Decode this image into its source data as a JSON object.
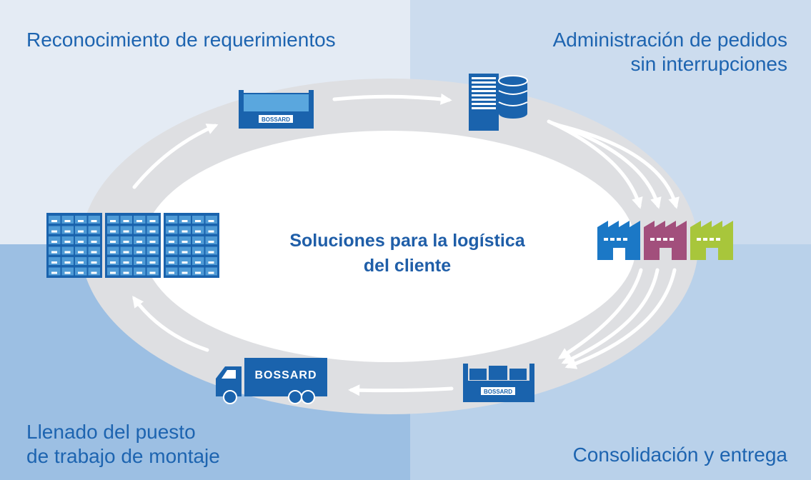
{
  "title_lines": [
    "Soluciones para la logística",
    "del cliente"
  ],
  "stages": {
    "recognition": [
      "Reconocimiento de requerimientos"
    ],
    "order_admin": [
      "Administración de pedidos",
      "sin interrupciones"
    ],
    "consolidation": [
      "Consolidación y entrega"
    ],
    "replenishment": [
      "Llenado del puesto",
      "de trabajo de montaje"
    ]
  },
  "brand_label": "BOSSARD",
  "icons": [
    "bin-icon",
    "server-database-icon",
    "factory-icon",
    "delivery-box-icon",
    "truck-icon",
    "shelving-icon",
    "arrow-icon"
  ],
  "colors": {
    "primary_blue": "#1d64b0",
    "ring_gray": "#dedfe2",
    "factory_blue": "#1b78c6",
    "factory_purple": "#a24f7c",
    "factory_green": "#a8c63b",
    "quadrant_top_left": "#e4ebf4",
    "quadrant_top_right": "#ccdcee",
    "quadrant_bottom_left": "#9cbfe3",
    "quadrant_bottom_right": "#b9d1ea"
  }
}
